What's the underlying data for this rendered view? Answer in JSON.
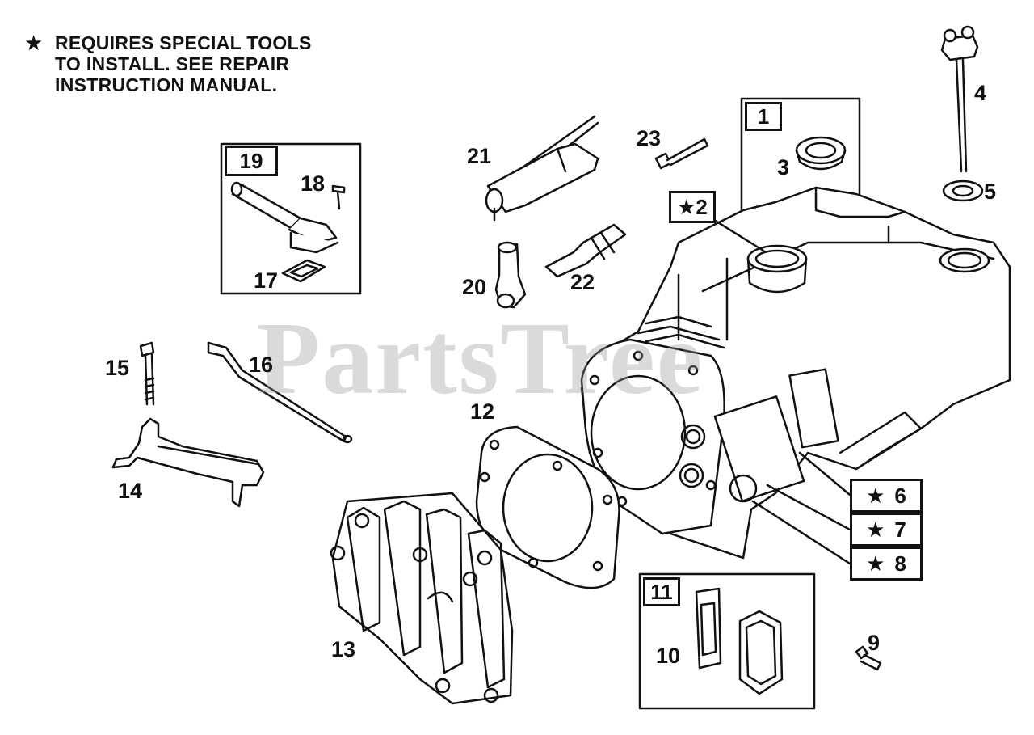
{
  "note": {
    "symbol": "★",
    "lines": [
      "REQUIRES SPECIAL TOOLS",
      "TO INSTALL.  SEE REPAIR",
      "INSTRUCTION MANUAL."
    ]
  },
  "watermark": "PartsTree",
  "callouts": {
    "c1": "1",
    "c2": "2",
    "c3": "3",
    "c4": "4",
    "c5": "5",
    "c6": "6",
    "c7": "7",
    "c8": "8",
    "c9": "9",
    "c10": "10",
    "c11": "11",
    "c12": "12",
    "c13": "13",
    "c14": "14",
    "c15": "15",
    "c16": "16",
    "c17": "17",
    "c18": "18",
    "c19": "19",
    "c20": "20",
    "c21": "21",
    "c22": "22",
    "c23": "23"
  },
  "star": "★"
}
